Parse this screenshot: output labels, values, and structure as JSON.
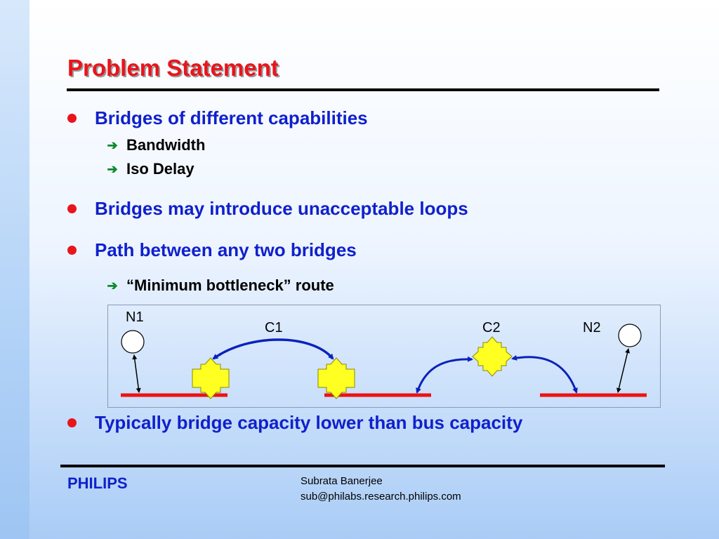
{
  "title": "Problem Statement",
  "bullets": [
    {
      "text": "Bridges of different capabilities",
      "subs": [
        "Bandwidth",
        "Iso Delay"
      ]
    },
    {
      "text": "Bridges may introduce unacceptable loops"
    },
    {
      "text": "Path between any two bridges",
      "subs": [
        "“Minimum bottleneck” route"
      ]
    },
    {
      "text": "Typically bridge capacity lower than bus capacity"
    }
  ],
  "diagram": {
    "labels": {
      "n1": "N1",
      "c1": "C1",
      "c2": "C2",
      "n2": "N2"
    }
  },
  "footer": {
    "brand": "PHILIPS",
    "author": "Subrata Banerjee",
    "email": "sub@philabs.research.philips.com"
  },
  "colors": {
    "title": "#e8151b",
    "bullet_text": "#1020cc",
    "bullet_dot": "#e8151b",
    "sub_arrow": "#0a8a2a",
    "bus": "#ee1111",
    "bridge_fill": "#ffff22",
    "link": "#0a22bb"
  },
  "icons": {
    "sub_bullet": "arrow-right-icon",
    "bullet": "dot-icon"
  }
}
